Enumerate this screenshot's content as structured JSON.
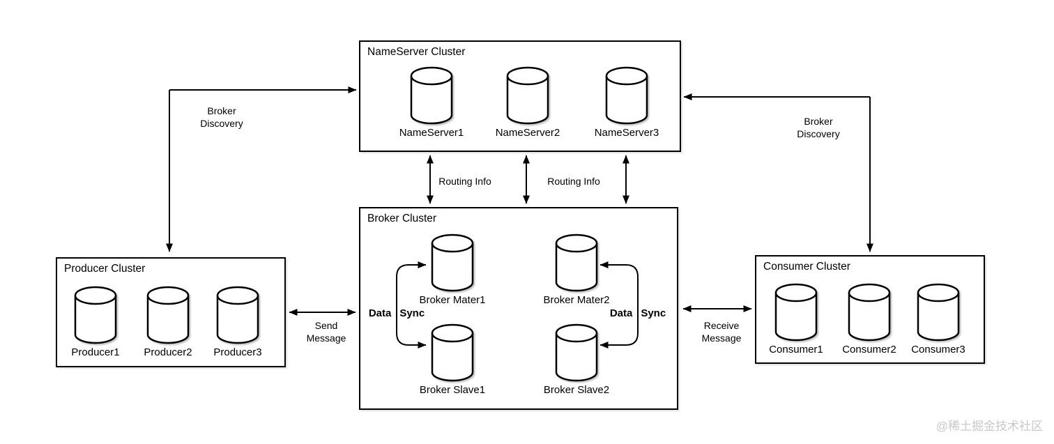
{
  "clusters": {
    "nameserver": {
      "title": "NameServer Cluster",
      "nodes": [
        {
          "label": "NameServer1"
        },
        {
          "label": "NameServer2"
        },
        {
          "label": "NameServer3"
        }
      ]
    },
    "broker": {
      "title": "Broker Cluster",
      "nodes": [
        {
          "label": "Broker Mater1"
        },
        {
          "label": "Broker Mater2"
        },
        {
          "label": "Broker Slave1"
        },
        {
          "label": "Broker Slave2"
        }
      ]
    },
    "producer": {
      "title": "Producer Cluster",
      "nodes": [
        {
          "label": "Producer1"
        },
        {
          "label": "Producer2"
        },
        {
          "label": "Producer3"
        }
      ]
    },
    "consumer": {
      "title": "Consumer Cluster",
      "nodes": [
        {
          "label": "Consumer1"
        },
        {
          "label": "Consumer2"
        },
        {
          "label": "Consumer3"
        }
      ]
    }
  },
  "edges": {
    "broker_discovery_left": {
      "lines": [
        "Broker",
        "Discovery"
      ]
    },
    "broker_discovery_right": {
      "lines": [
        "Broker",
        "Discovery"
      ]
    },
    "routing_info_left": {
      "label": "Routing Info"
    },
    "routing_info_right": {
      "label": "Routing Info"
    },
    "send_message": {
      "lines": [
        "Send",
        "Message"
      ]
    },
    "receive_message": {
      "lines": [
        "Receive",
        "Message"
      ]
    },
    "data_sync_left": {
      "words": [
        "Data",
        "Sync"
      ]
    },
    "data_sync_right": {
      "words": [
        "Data",
        "Sync"
      ]
    }
  },
  "watermark": {
    "text": "@稀土掘金技术社区"
  },
  "colors": {
    "stroke": "#000000",
    "node_fill": "#ffffff",
    "background": "#ffffff",
    "watermark": "#c9c9c9"
  }
}
